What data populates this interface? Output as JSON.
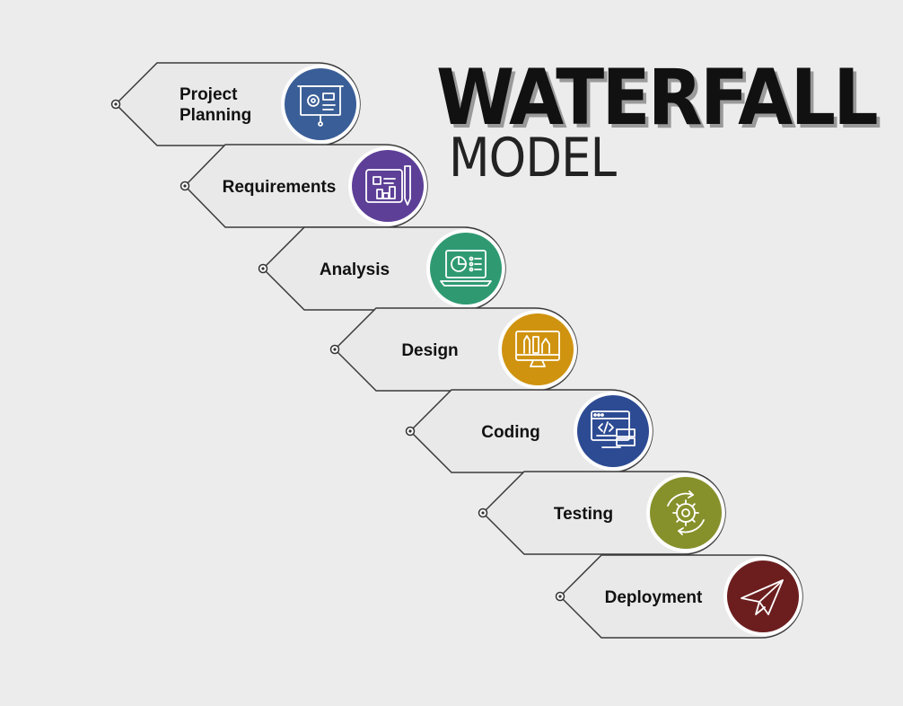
{
  "title": {
    "main": "WATERFALL",
    "sub": "MODEL"
  },
  "steps": [
    {
      "label_lines": [
        "Project",
        "Planning"
      ],
      "color": "#3a5e97",
      "icon": "presentation-gear-icon"
    },
    {
      "label_lines": [
        "Requirements"
      ],
      "color": "#5d3f97",
      "icon": "blueprint-pencil-icon"
    },
    {
      "label_lines": [
        "Analysis"
      ],
      "color": "#2f9a72",
      "icon": "laptop-pie-chart-icon"
    },
    {
      "label_lines": [
        "Design"
      ],
      "color": "#d0930f",
      "icon": "monitor-design-tools-icon"
    },
    {
      "label_lines": [
        "Coding"
      ],
      "color": "#2d4b93",
      "icon": "code-window-icon"
    },
    {
      "label_lines": [
        "Testing"
      ],
      "color": "#87912b",
      "icon": "gear-cycle-icon"
    },
    {
      "label_lines": [
        "Deployment"
      ],
      "color": "#6c1e1f",
      "icon": "paper-plane-icon"
    }
  ]
}
